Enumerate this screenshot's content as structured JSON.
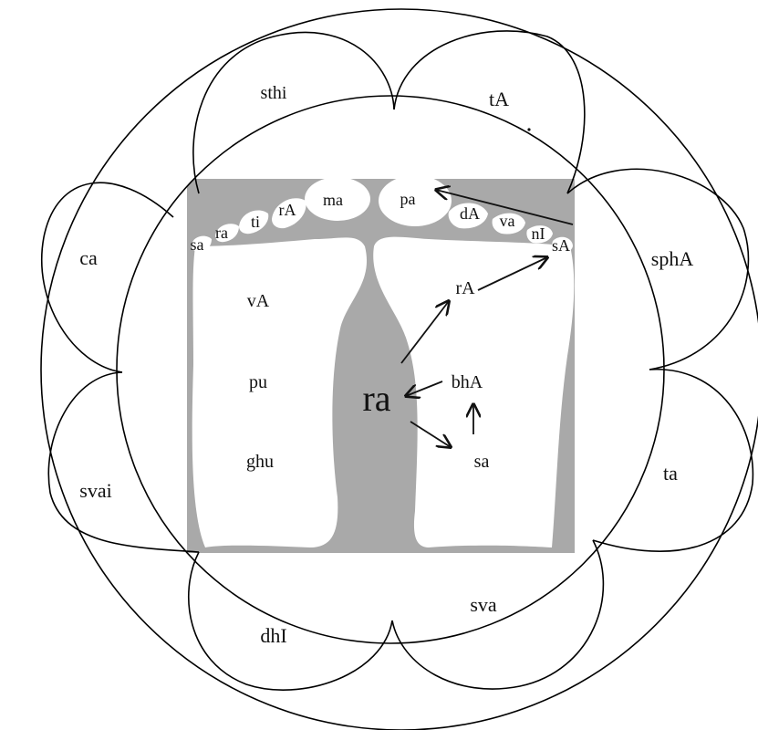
{
  "colors": {
    "background": "#ffffff",
    "ink": "#111111",
    "foot_fill": "#a9a9a9"
  },
  "petals": {
    "top_left": "sthi",
    "top_right": "tA",
    "left_upper": "ca",
    "right_upper": "sphA",
    "left_lower": "svai",
    "right_lower": "ta",
    "bottom_left": "dhI",
    "bottom_right": "sva"
  },
  "toes": {
    "left": [
      "sa",
      "ra",
      "ti",
      "rA",
      "ma"
    ],
    "right": [
      "pa",
      "dA",
      "va",
      "nI",
      "sA"
    ]
  },
  "soles": {
    "left": [
      "vA",
      "pu",
      "ghu"
    ],
    "right": [
      "rA",
      "bhA",
      "sa"
    ]
  },
  "center": "ra"
}
